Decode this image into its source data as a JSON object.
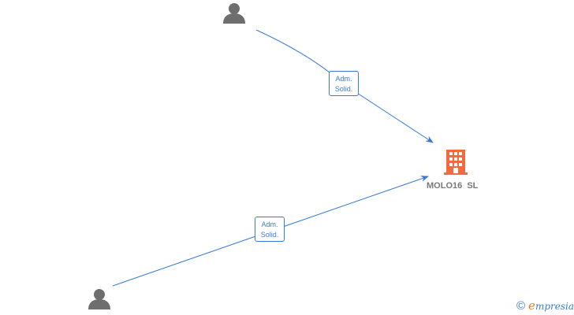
{
  "nodes": {
    "person_top": {
      "type": "person"
    },
    "person_bottom": {
      "type": "person"
    },
    "company": {
      "type": "company",
      "name": "MOLO16  SL"
    }
  },
  "edges": [
    {
      "from": "person_top",
      "to": "company",
      "label_line1": "Adm.",
      "label_line2": "Solid."
    },
    {
      "from": "person_bottom",
      "to": "company",
      "label_line1": "Adm.",
      "label_line2": "Solid."
    }
  ],
  "colors": {
    "edge": "#3a7bd5",
    "person_icon": "#6e6e6e",
    "company_icon": "#f26a3d",
    "company_label": "#777777",
    "brand_accent": "#f07a1a"
  },
  "watermark": {
    "copyright_symbol": "©",
    "brand_first_letter": "e",
    "brand_rest": "mpresia"
  }
}
